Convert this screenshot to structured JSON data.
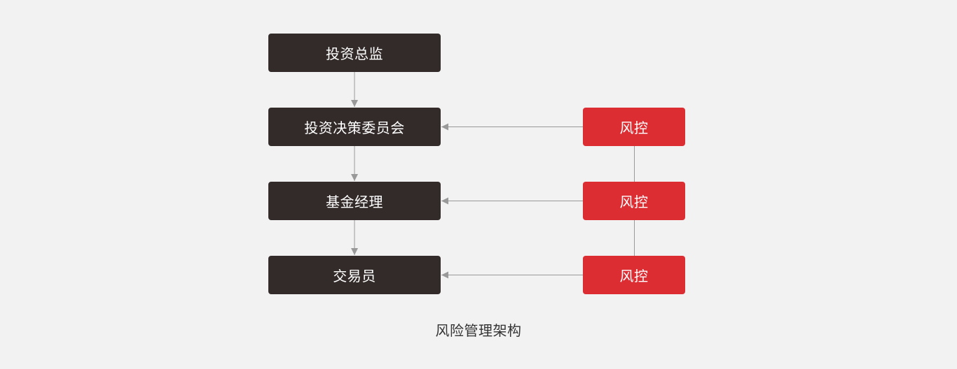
{
  "diagram": {
    "chain": [
      {
        "label": "投资总监"
      },
      {
        "label": "投资决策委员会"
      },
      {
        "label": "基金经理"
      },
      {
        "label": "交易员"
      }
    ],
    "risk": [
      {
        "label": "风控"
      },
      {
        "label": "风控"
      },
      {
        "label": "风控"
      }
    ],
    "caption": "风险管理架构"
  },
  "colors": {
    "background": "#f2f2f2",
    "dark_box": "#332b2a",
    "red_box": "#dc2d33",
    "connector": "#999999",
    "text_light": "#ffffff",
    "caption_text": "#333333"
  }
}
